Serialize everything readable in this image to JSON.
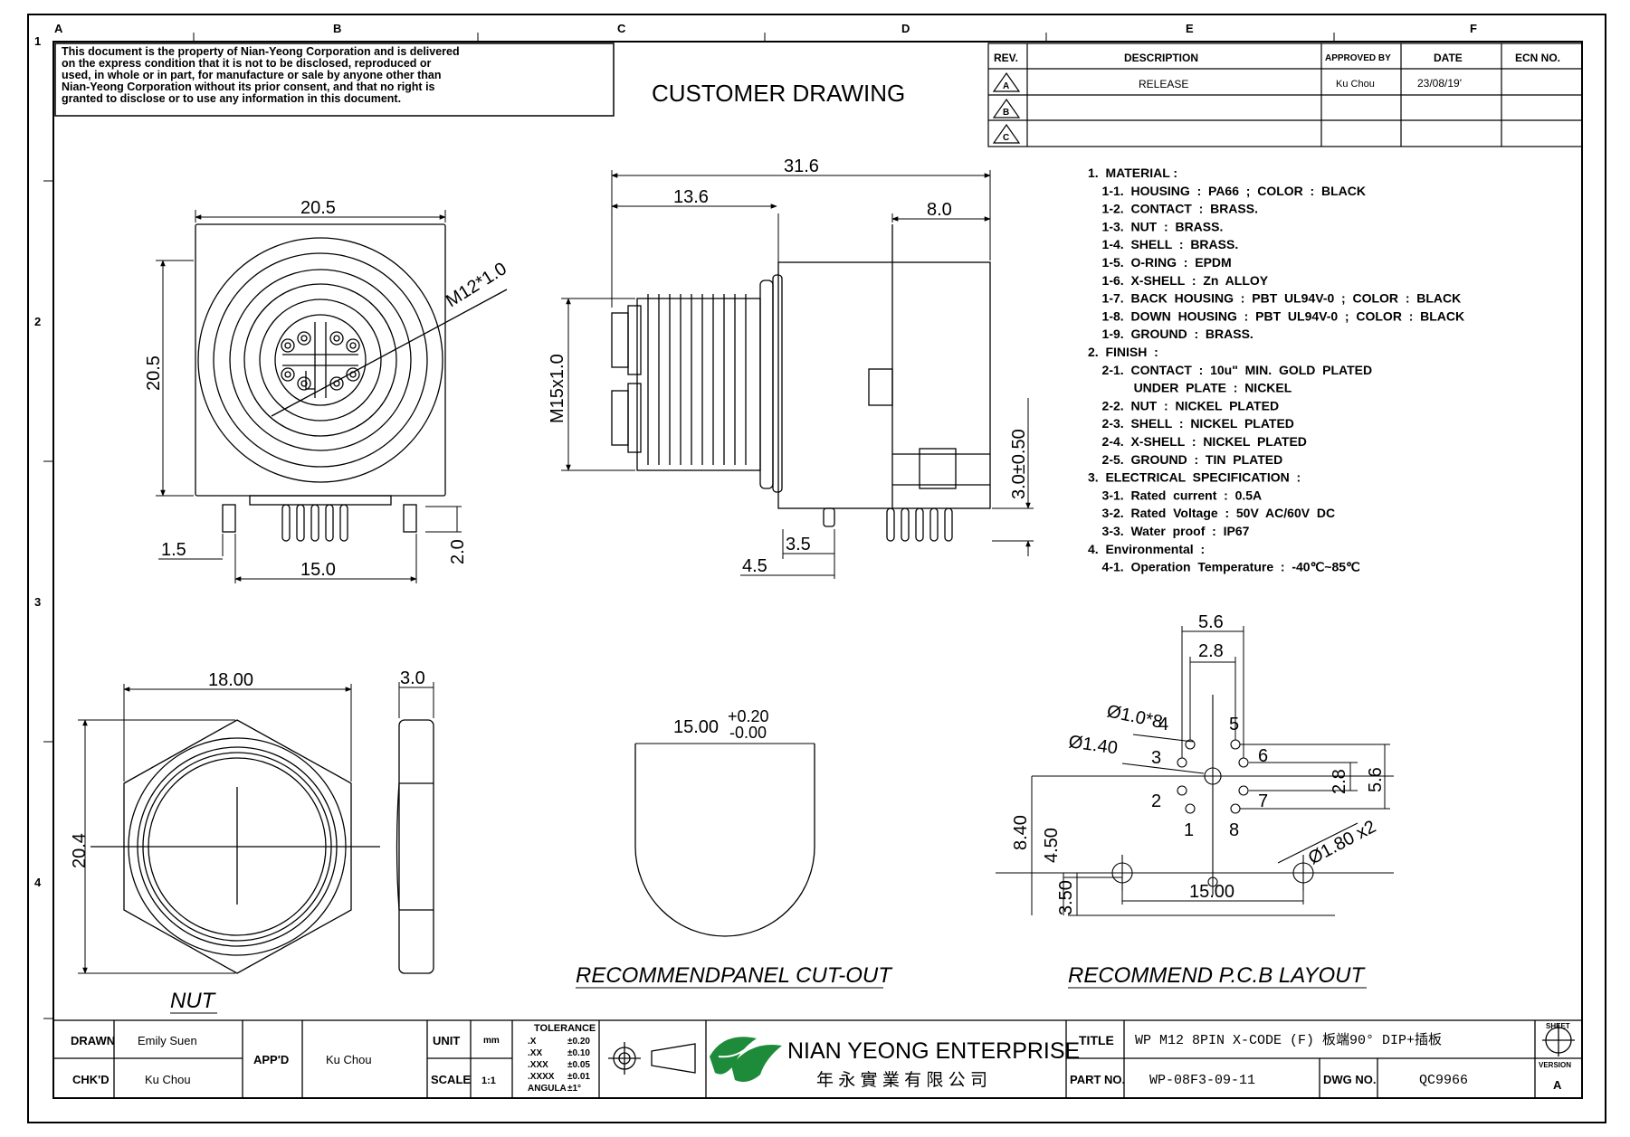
{
  "grid": {
    "cols": [
      "A",
      "B",
      "C",
      "D",
      "E",
      "F"
    ],
    "rows": [
      "1",
      "2",
      "3",
      "4"
    ]
  },
  "notice": [
    "This document is the property of Nian-Yeong Corporation and is delivered",
    "on  the  express condition that it is not to be disclosed, reproduced or",
    "used, in whole or in part, for manufacture or sale by anyone other than",
    "Nian-Yeong Corporation without  its prior consent, and that  no right  is",
    "granted to disclose or to use any information in this  document."
  ],
  "drawing_title": "CUSTOMER  DRAWING",
  "revision_table": {
    "headers": [
      "REV.",
      "DESCRIPTION",
      "APPROVED BY",
      "DATE",
      "ECN NO."
    ],
    "rows": [
      {
        "rev": "A",
        "description": "RELEASE",
        "approved": "Ku Chou",
        "date": "23/08/19'",
        "ecn": ""
      },
      {
        "rev": "B",
        "description": "",
        "approved": "",
        "date": "",
        "ecn": ""
      },
      {
        "rev": "C",
        "description": "",
        "approved": "",
        "date": "",
        "ecn": ""
      }
    ]
  },
  "specs": [
    "1.  MATERIAL :",
    "    1-1.  HOUSING  :  PA66  ;  COLOR  :  BLACK",
    "    1-2.  CONTACT  :  BRASS.",
    "    1-3.  NUT  :  BRASS.",
    "    1-4.  SHELL  :  BRASS.",
    "    1-5.  O-RING  :  EPDM",
    "    1-6.  X-SHELL  :  Zn  ALLOY",
    "    1-7.  BACK  HOUSING  :  PBT  UL94V-0  ;  COLOR  :  BLACK",
    "    1-8.  DOWN  HOUSING  :  PBT  UL94V-0  ;  COLOR  :  BLACK",
    "    1-9.  GROUND  :  BRASS.",
    "2.  FINISH  :",
    "    2-1.  CONTACT  :  10u\"  MIN.  GOLD  PLATED",
    "             UNDER  PLATE  :  NICKEL",
    "    2-2.  NUT  :  NICKEL  PLATED",
    "    2-3.  SHELL  :  NICKEL  PLATED",
    "    2-4.  X-SHELL  :  NICKEL  PLATED",
    "    2-5.  GROUND  :  TIN  PLATED",
    "3.  ELECTRICAL  SPECIFICATION  :",
    "    3-1.  Rated  current  :  0.5A",
    "    3-2.  Rated  Voltage  :  50V  AC/60V  DC",
    "    3-3.  Water  proof  :  IP67",
    "4.  Environmental  :",
    "    4-1.  Operation  Temperature  :  -40℃~85℃"
  ],
  "front_view": {
    "dim_width": "20.5",
    "dim_height": "20.5",
    "thread": "M12*1.0",
    "dim_1_5": "1.5",
    "dim_15": "15.0",
    "dim_2": "2.0"
  },
  "side_view": {
    "dim_total": "31.6",
    "dim_13_6": "13.6",
    "dim_8": "8.0",
    "thread": "M15x1.0",
    "dim_3": "3.0±0.50",
    "dim_3_5": "3.5",
    "dim_4_5": "4.5"
  },
  "nut_view": {
    "dim_width": "18.00",
    "dim_height": "20.4",
    "dim_thick": "3.0",
    "label": "NUT"
  },
  "cutout": {
    "dim": "15.00",
    "tol_plus": "+0.20",
    "tol_minus": "-0.00",
    "label": "RECOMMENDPANEL  CUT-OUT"
  },
  "pcb": {
    "dim_5_6_top": "5.6",
    "dim_2_8_top": "2.8",
    "hole_small": "Ø1.0*8",
    "hole_center": "Ø1.40",
    "dim_2_8_side": "2.8",
    "dim_5_6_side": "5.6",
    "dim_8_40": "8.40",
    "dim_4_50": "4.50",
    "dim_3_50": "3.50",
    "dim_15": "15.00",
    "hole_big": "Ø1.80 x2",
    "pins": [
      "1",
      "2",
      "3",
      "4",
      "5",
      "6",
      "7",
      "8"
    ],
    "label": "RECOMMEND  P.C.B  LAYOUT"
  },
  "title_block": {
    "drawn_label": "DRAWN",
    "drawn_value": "Emily Suen",
    "chkd_label": "CHK'D",
    "chkd_value": "Ku Chou",
    "appd_label": "APP'D",
    "appd_value": "Ku Chou",
    "unit_label": "UNIT",
    "unit_value": "mm",
    "scale_label": "SCALE",
    "scale_value": "1:1",
    "tolerance_title": "TOLERANCE",
    "tolerance": [
      {
        "k": ".X",
        "v": "±0.20"
      },
      {
        "k": ".XX",
        "v": "±0.10"
      },
      {
        "k": ".XXX",
        "v": "±0.05"
      },
      {
        "k": ".XXXX",
        "v": "±0.01"
      },
      {
        "k": "ANGULA",
        "v": "±1°"
      }
    ],
    "company_en": "NIAN YEONG ENTERPRISE",
    "company_zh": "年 永 實 業 有 限 公 司",
    "title_label": "TITLE",
    "title_value": "WP  M12  8PIN  X-CODE  (F)  板端90°  DIP+插板",
    "part_label": "PART NO.",
    "part_value": "WP-08F3-09-11",
    "dwg_label": "DWG NO.",
    "dwg_value": "QC9966",
    "sheet_label": "SHEET",
    "version_label": "VERSION",
    "version_value": "A"
  }
}
